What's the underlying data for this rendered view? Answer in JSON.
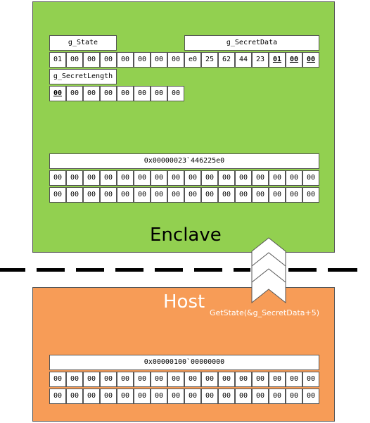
{
  "enclave": {
    "label": "Enclave"
  },
  "host": {
    "label": "Host",
    "call": "GetState(&g_SecretData+5)"
  },
  "g_state": {
    "name": "g_State",
    "bytes": [
      "01",
      "00",
      "00",
      "00",
      "00",
      "00",
      "00",
      "00"
    ]
  },
  "g_secretdata": {
    "name": "g_SecretData",
    "bytes": [
      "e0",
      "25",
      "62",
      "44",
      "23",
      "01",
      "00",
      "00"
    ],
    "bold_from": 5
  },
  "g_secretlength": {
    "name": "g_SecretLength",
    "bytes": [
      "00",
      "00",
      "00",
      "00",
      "00",
      "00",
      "00",
      "00"
    ],
    "bold_index": 0
  },
  "enclave_page": {
    "address": "0x00000023`446225e0",
    "rows": [
      [
        "00",
        "00",
        "00",
        "00",
        "00",
        "00",
        "00",
        "00",
        "00",
        "00",
        "00",
        "00",
        "00",
        "00",
        "00",
        "00"
      ],
      [
        "00",
        "00",
        "00",
        "00",
        "00",
        "00",
        "00",
        "00",
        "00",
        "00",
        "00",
        "00",
        "00",
        "00",
        "00",
        "00"
      ]
    ]
  },
  "host_page": {
    "address": "0x00000100`00000000",
    "rows": [
      [
        "00",
        "00",
        "00",
        "00",
        "00",
        "00",
        "00",
        "00",
        "00",
        "00",
        "00",
        "00",
        "00",
        "00",
        "00",
        "00"
      ],
      [
        "00",
        "00",
        "00",
        "00",
        "00",
        "00",
        "00",
        "00",
        "00",
        "00",
        "00",
        "00",
        "00",
        "00",
        "00",
        "00"
      ]
    ]
  }
}
